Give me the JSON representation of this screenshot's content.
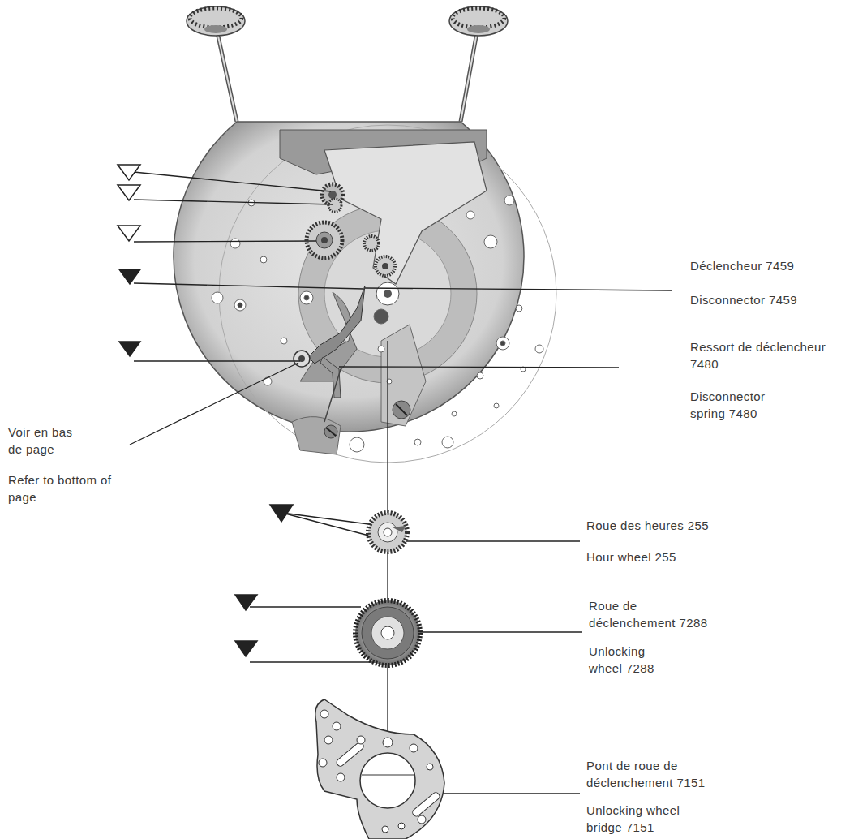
{
  "diagram": {
    "labels": [
      "Déclencheur 7459",
      "Disconnector 7459",
      "Ressort de déclencheur 7480",
      "Disconnector spring 7480",
      "Voir en bas de page",
      "Refer to bottom of page",
      "Roue des heures 255",
      "Hour wheel 255",
      "Roue de déclenchement 7288",
      "Unlocking wheel 7288",
      "Pont de roue de déclenchement 7151",
      "Unlocking wheel bridge 7151"
    ]
  }
}
